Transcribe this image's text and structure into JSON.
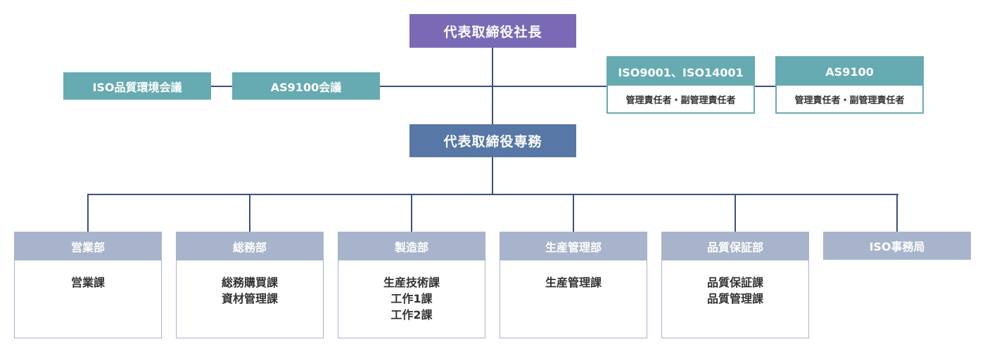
{
  "top": {
    "president": "代表取締役社長",
    "managing_director": "代表取締役専務"
  },
  "meetings": {
    "iso_quality_environment": "ISO品質環境会議",
    "as9100": "AS9100会議"
  },
  "responsibility": [
    {
      "title": "ISO9001、ISO14001",
      "subtitle": "管理責任者・副管理責任者"
    },
    {
      "title": "AS9100",
      "subtitle": "管理責任者・副管理責任者"
    }
  ],
  "departments": [
    {
      "name": "営業部",
      "sections": [
        "営業課"
      ]
    },
    {
      "name": "総務部",
      "sections": [
        "総務購買課",
        "資材管理課"
      ]
    },
    {
      "name": "製造部",
      "sections": [
        "生産技術課",
        "工作1課",
        "工作2課"
      ]
    },
    {
      "name": "生産管理部",
      "sections": [
        "生産管理課"
      ]
    },
    {
      "name": "品質保証部",
      "sections": [
        "品質保証課",
        "品質管理課"
      ]
    }
  ],
  "iso_office": "ISO事務局",
  "colors": {
    "president": "#7a6ab6",
    "managing_director": "#5777a6",
    "teal": "#66aab2",
    "department": "#a7b4cb",
    "connector": "#3d4f7c"
  }
}
